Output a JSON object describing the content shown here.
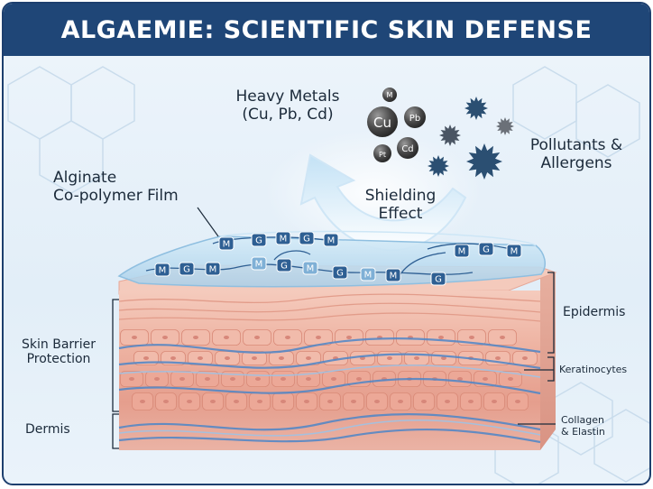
{
  "header": {
    "title": "ALGAEMIE: SCIENTIFIC SKIN DEFENSE"
  },
  "labels": {
    "heavy_metals_line1": "Heavy Metals",
    "heavy_metals_line2": "(Cu, Pb, Cd)",
    "pollutants_line1": "Pollutants &",
    "pollutants_line2": "Allergens",
    "alginate_line1": "Alginate",
    "alginate_line2": "Co-polymer Film",
    "shielding_line1": "Shielding",
    "shielding_line2": "Effect",
    "skin_barrier_line1": "Skin Barrier",
    "skin_barrier_line2": "Protection",
    "dermis": "Dermis",
    "epidermis": "Epidermis",
    "keratinocytes": "Keratinocytes",
    "collagen_line1": "Collagen",
    "collagen_line2": "& Elastin"
  },
  "metal_spheres": [
    "M",
    "Cu",
    "Pb",
    "Pt",
    "Cd"
  ],
  "polymer_units_top": [
    "M",
    "G",
    "M",
    "G",
    "M"
  ],
  "polymer_units_mid": [
    "M",
    "G",
    "M",
    "M",
    "G",
    "M",
    "G",
    "M",
    "M",
    "G"
  ],
  "polymer_units_right": [
    "M",
    "G",
    "M"
  ],
  "colors": {
    "header": "#1f4677",
    "film": "#bcdcf0",
    "skin_top": "#f2c3b4",
    "skin_mid": "#e8a898",
    "dermis": "#f0c2b6",
    "fiber": "#4d86c8",
    "unit_dark": "#2e5f93",
    "unit_light": "#7fb0d6",
    "metal": "#4a4a4a",
    "allergen": "#2b4f72"
  }
}
